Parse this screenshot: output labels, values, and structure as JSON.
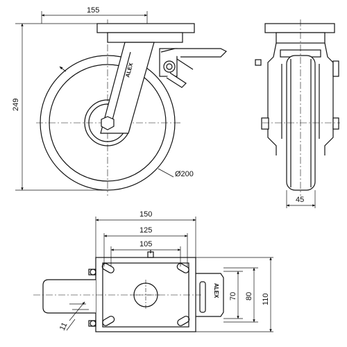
{
  "drawing": {
    "side_view": {
      "dim_width": "155",
      "dim_height": "249",
      "dim_wheel_diameter": "Ø200"
    },
    "front_view": {
      "dim_wheel_width": "45"
    },
    "plate_view": {
      "dim_plate_width": "150",
      "dim_hole_spacing_outer": "125",
      "dim_hole_spacing_inner": "105",
      "dim_plate_depth": "110",
      "dim_hole_depth_outer": "80",
      "dim_hole_depth_inner": "70",
      "dim_slot_width": "11",
      "brand_mark": "ALEX"
    }
  }
}
